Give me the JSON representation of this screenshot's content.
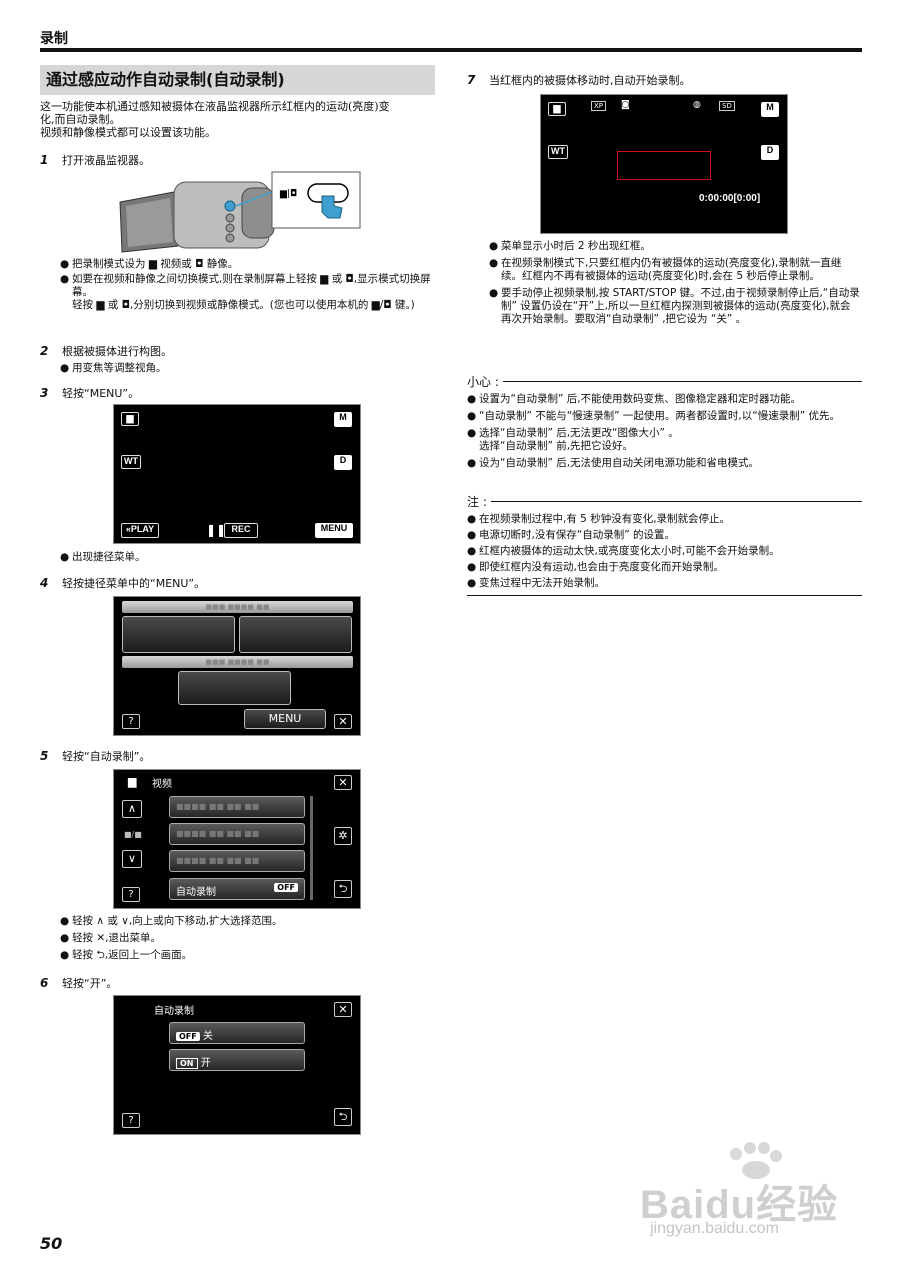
{
  "header": {
    "title": "录制"
  },
  "section": {
    "title": "通过感应动作自动录制(自动录制)",
    "intro": [
      "这一功能使本机通过感知被摄体在液晶监视器所示红框内的运动(亮度)变",
      "化,而自动录制。",
      "视频和静像模式都可以设置该功能。"
    ]
  },
  "steps": [
    {
      "num": "1",
      "text": "打开液晶监视器。"
    },
    {
      "num": "2",
      "text": "根据被摄体进行构图。"
    },
    {
      "num": "3",
      "text": "轻按“MENU”。"
    },
    {
      "num": "4",
      "text": "轻按捷径菜单中的“MENU”。"
    },
    {
      "num": "5",
      "text": "轻按“自动录制”。"
    },
    {
      "num": "6",
      "text": "轻按“开”。"
    },
    {
      "num": "7",
      "text": "当红框内的被摄体移动时,自动开始录制。"
    }
  ],
  "step1_bullets": [
    "把录制模式设为 ▆ 视频或 ◘ 静像。",
    "如要在视频和静像之间切换模式,则在录制屏幕上轻按 ▆ 或 ◘,显示模式切换屏幕。\n轻按 ▆ 或 ◘,分别切换到视频或静像模式。(您也可以使用本机的 ▆/◘ 键。)"
  ],
  "step2_bullets": [
    "用变焦等调整视角。"
  ],
  "step3_bullets": [
    "出现捷径菜单。"
  ],
  "step5_bullets": [
    "轻按 ∧ 或 ∨,向上或向下移动,扩大选择范围。",
    "轻按 ✕,退出菜单。",
    "轻按 ⮌,返回上一个画面。"
  ],
  "step7_bullets": [
    "菜单显示小时后 2 秒出现红框。",
    "在视频录制模式下,只要红框内仍有被摄体的运动(亮度变化),录制就一直继续。红框内不再有被摄体的运动(亮度变化)时,会在 5 秒后停止录制。",
    "要手动停止视频录制,按 START/STOP 键。不过,由于视频录制停止后,“自动录制” 设置仍设在“开”上,所以一旦红框内探测到被摄体的运动(亮度变化),就会再次开始录制。要取消“自动录制” ,把它设为 “关” 。"
  ],
  "screen3": {
    "m": "M",
    "wt": "WT",
    "d": "D",
    "play": "«PLAY",
    "rec": "REC",
    "menu": "MENU"
  },
  "screen4": {
    "menu": "MENU",
    "help": "?",
    "blur1": "■■■ ■■■■ ■■",
    "blur2": "■■■ ■■■■ ■■"
  },
  "screen5": {
    "title": "视频",
    "item1": "■■■■ ■■ ■■ ■■",
    "item2": "■■■■ ■■ ■■ ■■",
    "item3": "■■■■ ■■ ■■ ■■",
    "item4": "自动录制",
    "item4_state": "OFF",
    "ratio": "■/■",
    "help": "?"
  },
  "screen6": {
    "title": "自动录制",
    "opt_off_badge": "OFF",
    "opt_off": "关",
    "opt_on_badge": "ON",
    "opt_on": "开",
    "help": "?"
  },
  "screen7": {
    "xp": "XP",
    "sd": "SD",
    "m": "M",
    "wt": "WT",
    "d": "D",
    "time": "0:00:00[0:00]"
  },
  "caution": {
    "label": "小心 :",
    "items": [
      "设置为“自动录制” 后,不能使用数码变焦、图像稳定器和定时器功能。",
      "“自动录制” 不能与“慢速录制” 一起使用。两者都设置时,以“慢速录制” 优先。",
      "选择“自动录制” 后,无法更改“图像大小” 。\n选择“自动录制” 前,先把它设好。",
      "设为“自动录制” 后,无法使用自动关闭电源功能和省电模式。"
    ]
  },
  "note": {
    "label": "注 :",
    "items": [
      "在视频录制过程中,有 5 秒钟没有变化,录制就会停止。",
      "电源切断时,没有保存“自动录制” 的设置。",
      "红框内被摄体的运动太快,或亮度变化太小时,可能不会开始录制。",
      "即使红框内没有运动,也会由于亮度变化而开始录制。",
      "变焦过程中无法开始录制。"
    ]
  },
  "watermark": {
    "text": "Baidu经验",
    "url": "jingyan.baidu.com"
  },
  "page_number": "50",
  "colors": {
    "red_frame": "#d01010",
    "screen_bg": "#000000",
    "title_band": "#d6d6d6"
  }
}
